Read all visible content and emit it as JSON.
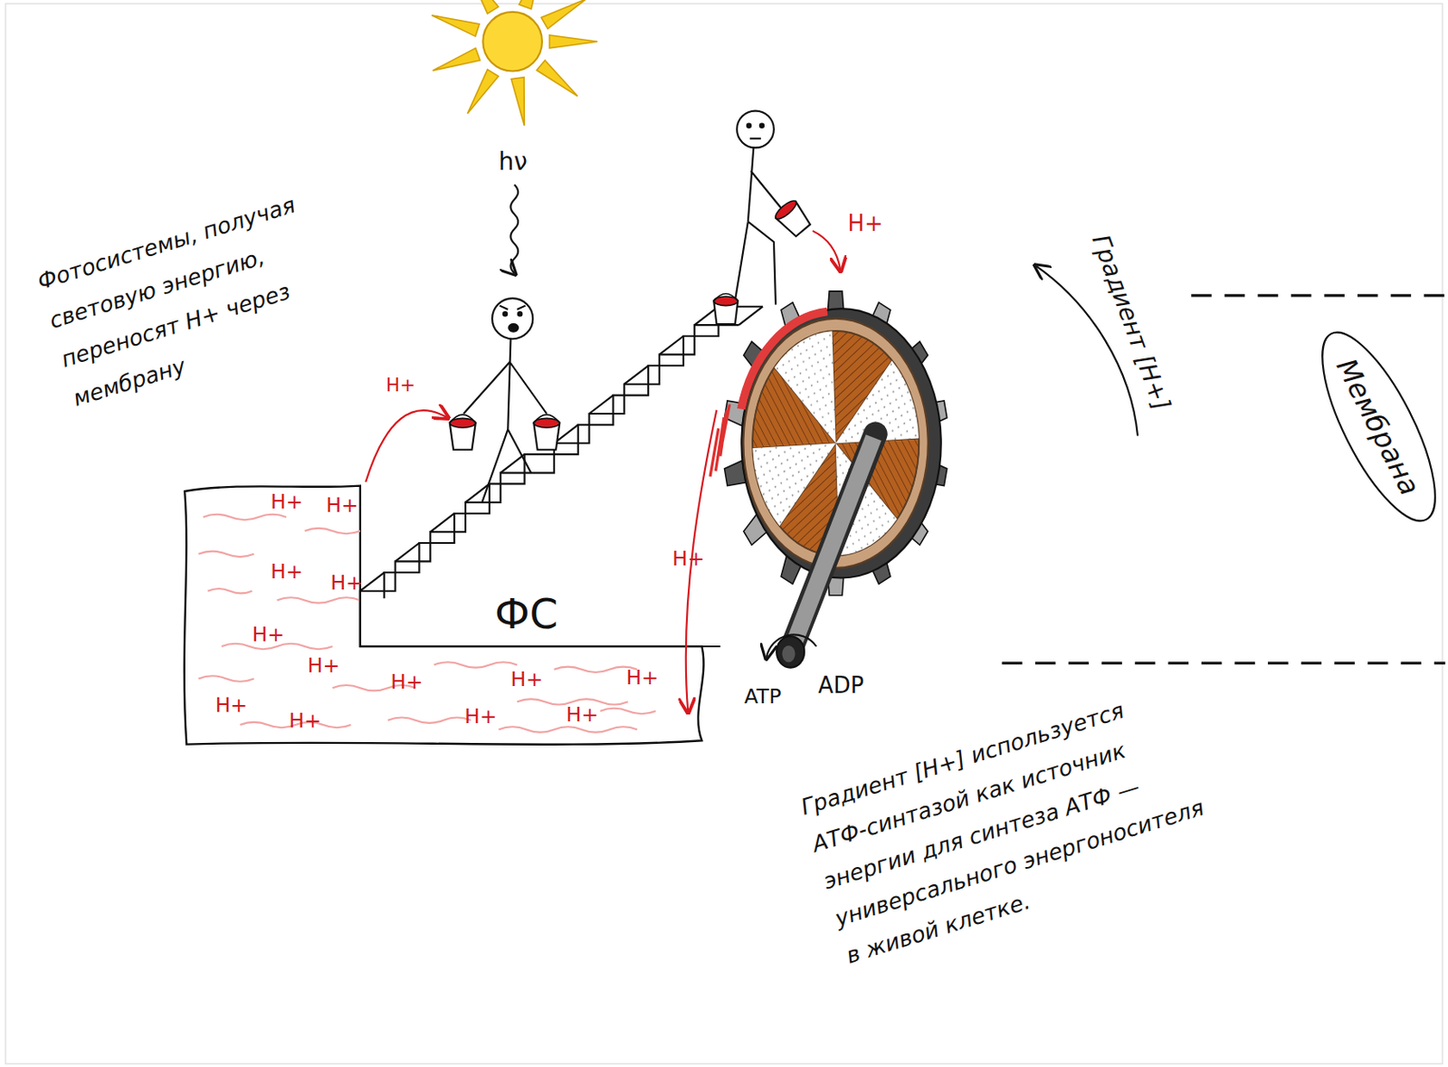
{
  "diagram": {
    "nodes": [
      {
        "text": [
          "ФС"
        ]
      },
      {
        "text": [
          "Мембрана"
        ]
      }
    ],
    "labels": [
      "Фотосистемы, получая световую энергию, переносят H+ через мембрану",
      "hν",
      "H+",
      "H+",
      "H+",
      "H+",
      "H+",
      "H+",
      "H+",
      "H+",
      "H+",
      "H+",
      "H+",
      "H+",
      "H+",
      "H+",
      "H+",
      "H+",
      "ATP",
      "ADP",
      "Градиент [H+]",
      "Градиент [H+] используется АТФ-синтазой как источник энергии для синтеза АТФ — универсального энергоносителя в живой клетке."
    ]
  }
}
